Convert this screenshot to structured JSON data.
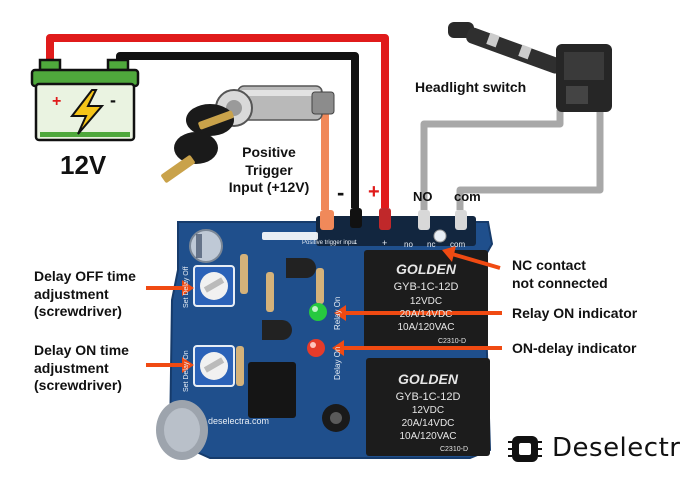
{
  "battery": {
    "voltage_label": "12V",
    "plus_sign": "+",
    "minus_sign": "-"
  },
  "headlight": {
    "label": "Headlight switch"
  },
  "trigger": {
    "line1": "Positive",
    "line2": "Trigger",
    "line3": "Input (+12V)"
  },
  "terminals": {
    "minus": "-",
    "plus": "+",
    "no": "NO",
    "com": "com"
  },
  "board": {
    "silk_pos_trigger": "Positive trigger input",
    "silk_minus": "-",
    "silk_plus": "+",
    "silk_no": "no",
    "silk_nc": "nc",
    "silk_com": "com",
    "silk_relay_on": "Relay On",
    "silk_delay_on": "Delay On",
    "silk_set_delay_off": "Set Delay Off",
    "silk_set_delay_on": "Set Delay On",
    "silk_website": "deselectra.com"
  },
  "relays": [
    {
      "brand": "GOLDEN",
      "model": "GYB-1C-12D",
      "coil": "12VDC",
      "rating1": "20A/14VDC",
      "rating2": "10A/120VAC",
      "code": "C2310-D"
    },
    {
      "brand": "GOLDEN",
      "model": "GYB-1C-12D",
      "coil": "12VDC",
      "rating1": "20A/14VDC",
      "rating2": "10A/120VAC",
      "code": "C2310-D"
    }
  ],
  "annotations": {
    "delay_off": [
      "Delay OFF time",
      "adjustment",
      "(screwdriver)"
    ],
    "delay_on": [
      "Delay ON time",
      "adjustment",
      "(screwdriver)"
    ],
    "nc_contact": [
      "NC contact",
      "not connected"
    ],
    "relay_on": "Relay ON indicator",
    "on_delay": "ON-delay indicator"
  },
  "brand": {
    "name": "Deselectra"
  },
  "colors": {
    "wire_red": "#e01b1b",
    "wire_black": "#111111",
    "wire_gray": "#a8a8a8",
    "wire_orange": "#f0895a",
    "arrow": "#f04a12",
    "pcb": "#1f4f8c",
    "relay": "#1c1c1c",
    "battery_green": "#4fa83c",
    "led_green": "#27c93f",
    "led_red": "#e53b2a"
  },
  "icons": [
    "battery-icon",
    "lightning-bolt-icon",
    "ignition-key-icon",
    "headlight-stalk-icon",
    "brand-chip-icon"
  ]
}
